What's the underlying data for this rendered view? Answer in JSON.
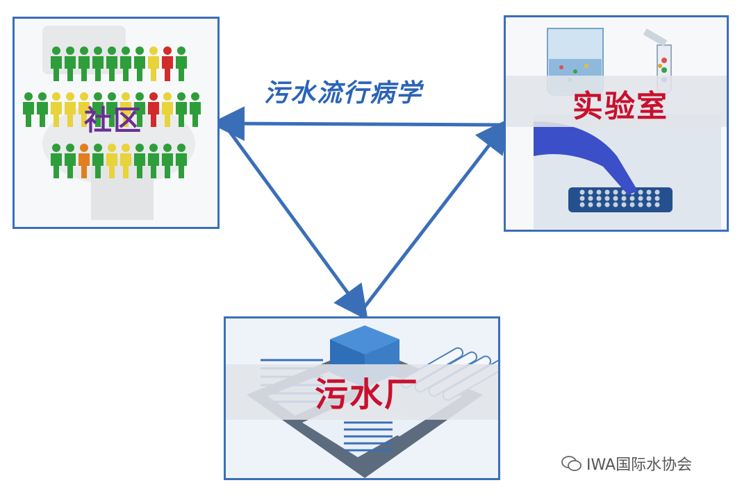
{
  "diagram": {
    "title": "污水流行病学",
    "nodes": {
      "community": {
        "label": "社区"
      },
      "lab": {
        "label": "实验室"
      },
      "plant": {
        "label": "污水厂"
      }
    }
  },
  "watermark": {
    "text": "IWA国际水协会",
    "icon": "wechat-icon"
  },
  "colors": {
    "arrow": "#3a6fb8",
    "title": "#2a63b8",
    "community_label": "#6a2e95",
    "node_label": "#c8102e",
    "person_green": "#2e9e3a",
    "person_yellow": "#e8d33a",
    "person_red": "#d22b2b",
    "person_orange": "#e07f1f"
  }
}
